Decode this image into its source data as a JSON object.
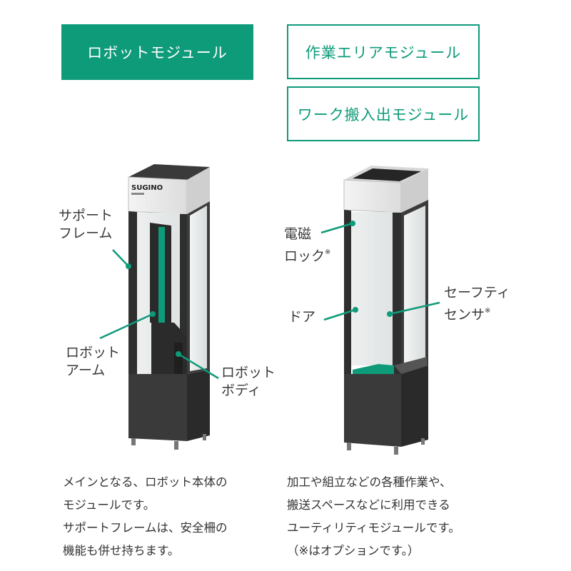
{
  "tabs": {
    "robot_module": "ロボットモジュール",
    "work_area_module": "作業エリアモジュール",
    "work_io_module": "ワーク搬入出モジュール"
  },
  "colors": {
    "accent": "#0e9b7a",
    "frame_dark": "#2f2f2f",
    "cap_light": "#e6e6e6"
  },
  "robot_module": {
    "brand_logo": "SUGINO",
    "labels": {
      "support_frame_l1": "サポート",
      "support_frame_l2": "フレーム",
      "robot_arm_l1": "ロボット",
      "robot_arm_l2": "アーム",
      "robot_body_l1": "ロボット",
      "robot_body_l2": "ボディ"
    },
    "description": [
      "メインとなる、ロボット本体の",
      "モジュールです。",
      "サポートフレームは、安全柵の",
      "機能も併せ持ちます。"
    ]
  },
  "work_area_module": {
    "labels": {
      "magnetic_lock_l1": "電磁",
      "magnetic_lock_l2": "ロック",
      "door": "ドア",
      "safety_sensor_l1": "セーフティ",
      "safety_sensor_l2": "センサ",
      "option_mark": "※"
    },
    "description": [
      "加工や組立などの各種作業や、",
      "搬送スペースなどに利用できる",
      "ユーティリティモジュールです。",
      "（※はオプションです。）"
    ]
  }
}
